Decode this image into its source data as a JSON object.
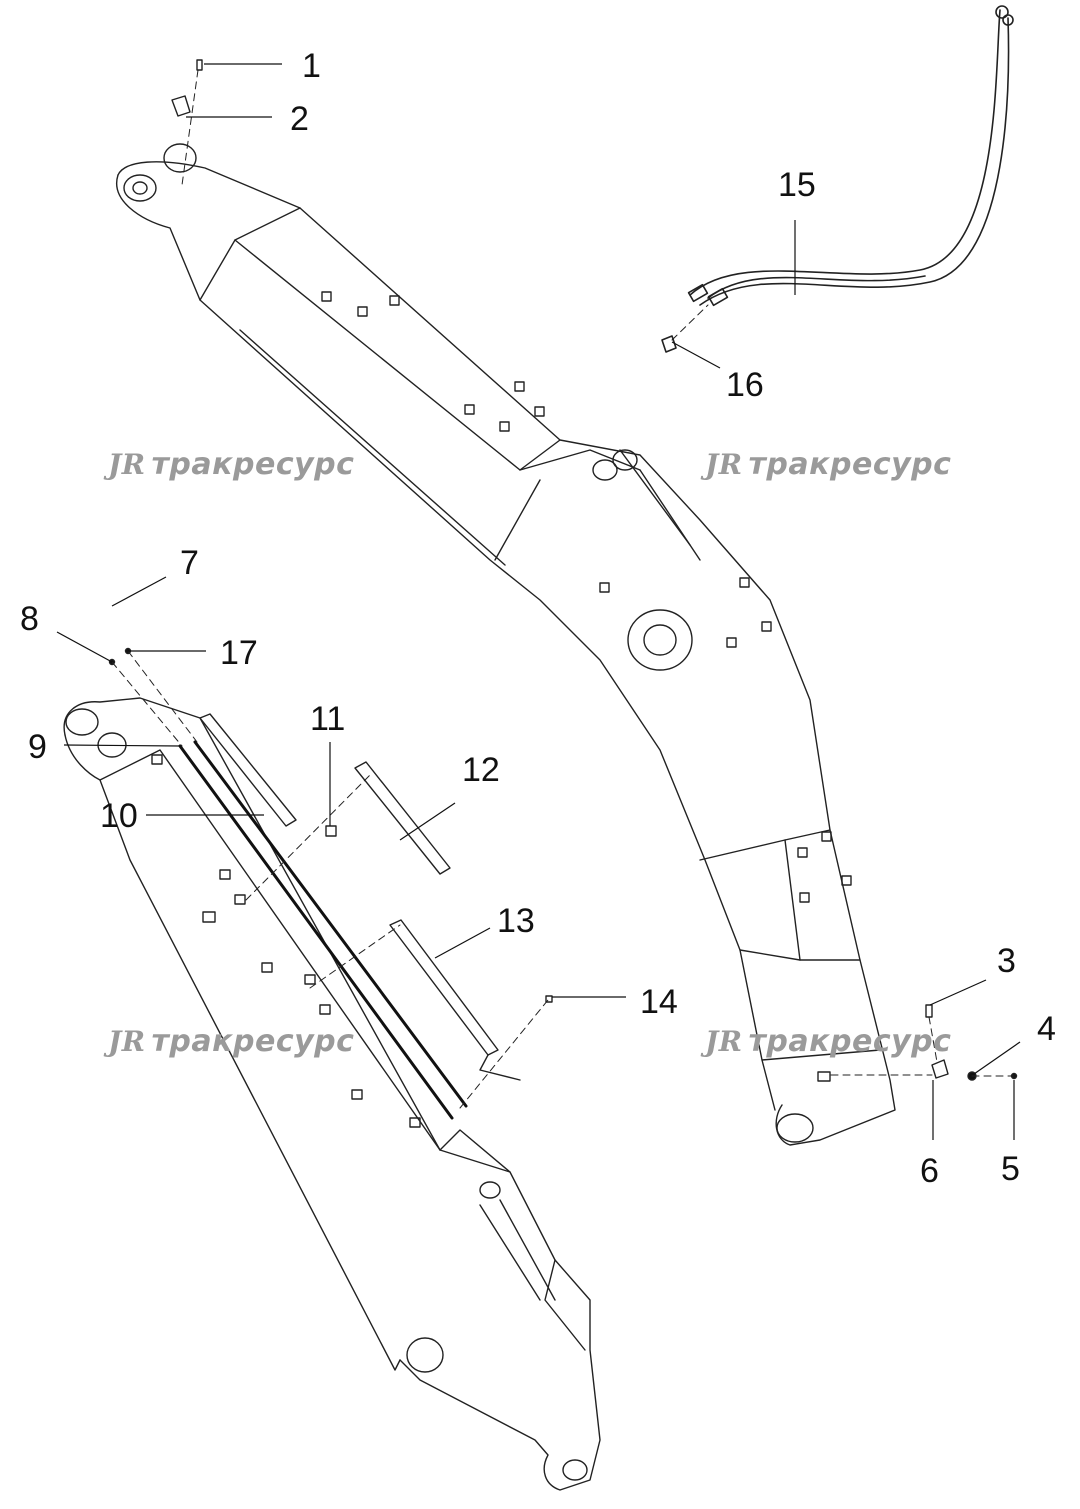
{
  "watermark": {
    "logo": "JR",
    "text": "тракресурс"
  },
  "callouts": [
    "1",
    "2",
    "3",
    "4",
    "5",
    "6",
    "7",
    "8",
    "9",
    "10",
    "11",
    "12",
    "13",
    "14",
    "15",
    "16",
    "17"
  ]
}
